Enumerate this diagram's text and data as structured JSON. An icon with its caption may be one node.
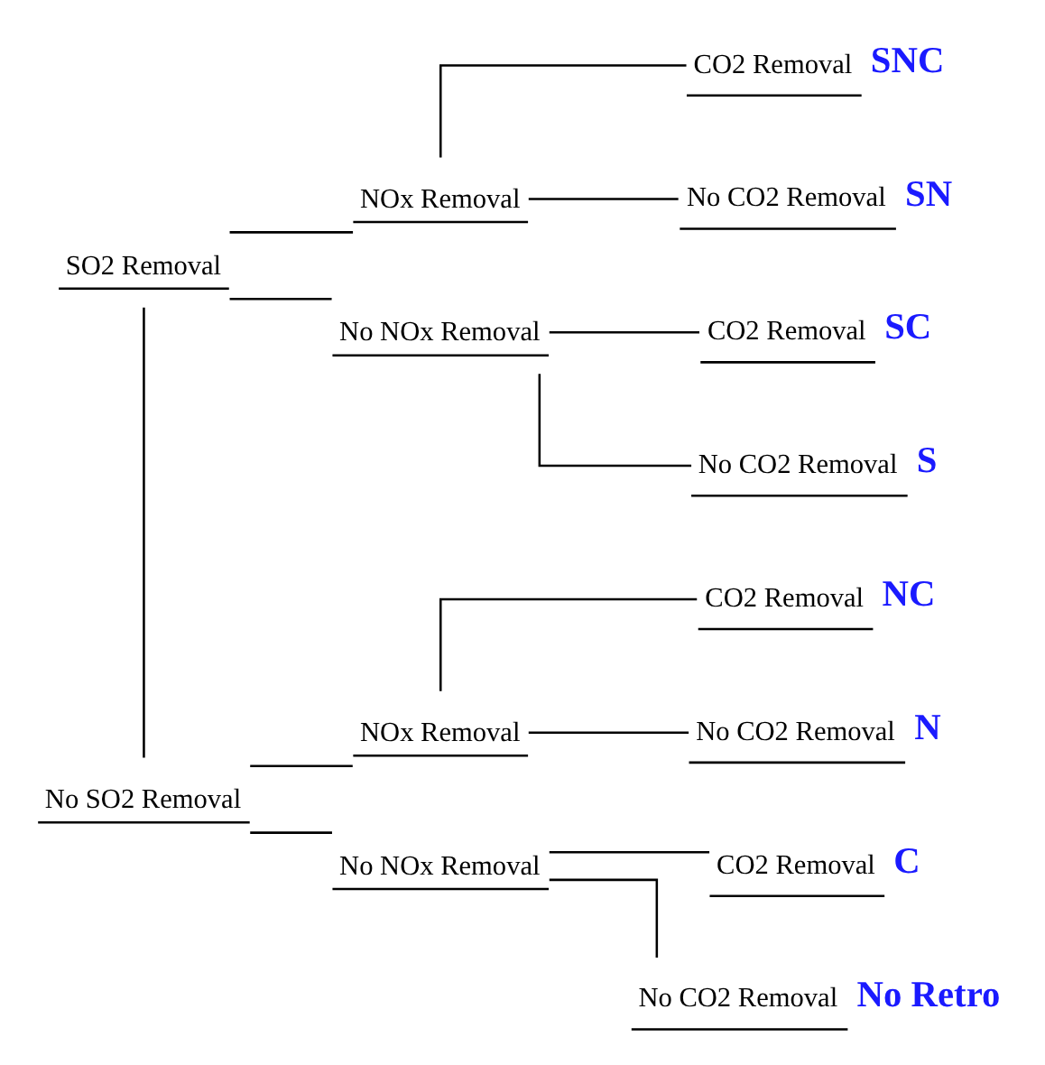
{
  "diagram": {
    "nodes": [
      {
        "text": [
          "SO2 Removal"
        ]
      },
      {
        "text": [
          "NOx Removal"
        ]
      },
      {
        "text": [
          "CO2 Removal",
          "SNC"
        ]
      },
      {
        "text": [
          "No CO2 Removal",
          "SN"
        ]
      },
      {
        "text": [
          "No NOx Removal"
        ]
      },
      {
        "text": [
          "CO2 Removal",
          "SC"
        ]
      },
      {
        "text": [
          "No CO2 Removal",
          "S"
        ]
      },
      {
        "text": [
          "No SO2 Removal"
        ]
      },
      {
        "text": [
          "NOx Removal"
        ]
      },
      {
        "text": [
          "CO2 Removal",
          "NC"
        ]
      },
      {
        "text": [
          "No CO2 Removal",
          "N"
        ]
      },
      {
        "text": [
          "No NOx Removal"
        ]
      },
      {
        "text": [
          "CO2 Removal",
          "C"
        ]
      },
      {
        "text": [
          "No CO2 Removal",
          "No Retro"
        ]
      }
    ],
    "edges": [
      {
        "from": 0,
        "to": 7,
        "arrow": "none"
      },
      {
        "from": 0,
        "to": 1,
        "arrow": "none"
      },
      {
        "from": 1,
        "to": 2,
        "arrow": "none"
      },
      {
        "from": 1,
        "to": 3,
        "arrow": "none"
      },
      {
        "from": 0,
        "to": 4,
        "arrow": "none"
      },
      {
        "from": 4,
        "to": 5,
        "arrow": "none"
      },
      {
        "from": 4,
        "to": 6,
        "arrow": "none"
      },
      {
        "from": 7,
        "to": 8,
        "arrow": "none"
      },
      {
        "from": 8,
        "to": 9,
        "arrow": "none"
      },
      {
        "from": 8,
        "to": 10,
        "arrow": "none"
      },
      {
        "from": 7,
        "to": 11,
        "arrow": "none"
      },
      {
        "from": 11,
        "to": 12,
        "arrow": "none"
      },
      {
        "from": 11,
        "to": 13,
        "arrow": "none"
      }
    ]
  }
}
